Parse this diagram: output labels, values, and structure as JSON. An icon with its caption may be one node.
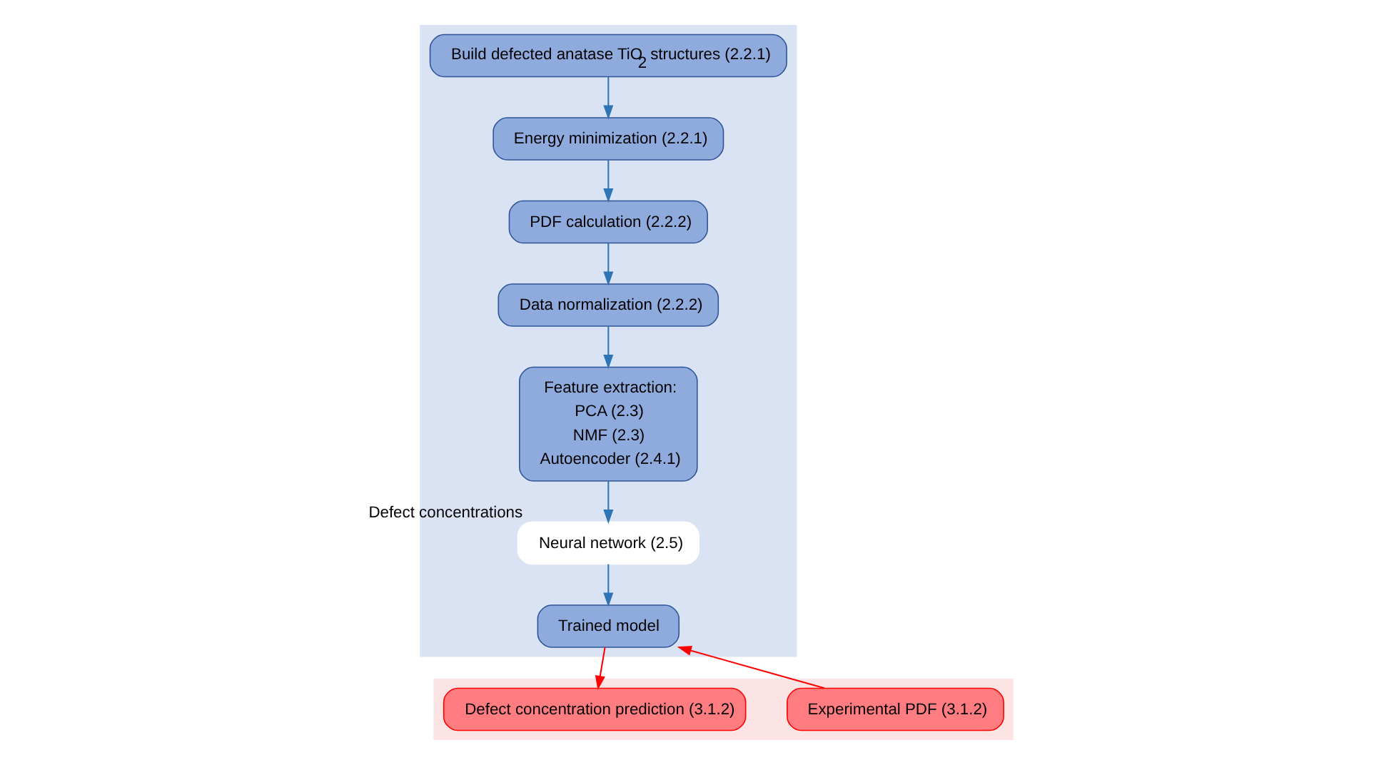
{
  "diagram": {
    "nodes": [
      {
        "text": [],
        "shape": "box"
      },
      {
        "text": [
          "Build defected anatase TiO$_{2}$ structures (2.2.1)"
        ],
        "in": 0
      },
      {
        "text": [
          "Energy minimization (2.2.1)"
        ],
        "in": 0
      },
      {
        "text": [
          "PDF calculation (2.2.2)"
        ],
        "in": 0
      },
      {
        "text": [
          "Data normalization (2.2.2)"
        ],
        "in": 0
      },
      {
        "text": [
          "Feature extraction:",
          "PCA (2.3)",
          "NMF (2.3)",
          "Autoencoder (2.4.1)"
        ],
        "in": 0
      },
      {
        "text": [
          "Neural network (2.5)"
        ],
        "beside": [
          "Defect concentrations"
        ],
        "in": 0
      },
      {
        "text": [
          "Trained model"
        ],
        "in": 0
      },
      {
        "text": [],
        "shape": "box"
      },
      {
        "text": [
          "Experimental PDF (3.1.2)"
        ],
        "in": 8
      },
      {
        "text": [
          "Defect concentration prediction (3.1.2)"
        ],
        "in": 8
      }
    ],
    "edges": [
      {
        "from": 1,
        "to": 2,
        "arrow": "to"
      },
      {
        "from": 2,
        "to": 3,
        "arrow": "to"
      },
      {
        "from": 3,
        "to": 4,
        "arrow": "to"
      },
      {
        "from": 4,
        "to": 5,
        "arrow": "to"
      },
      {
        "from": 5,
        "to": 6,
        "arrow": "to"
      },
      {
        "from": 6,
        "to": 7,
        "arrow": "to"
      },
      {
        "from": 9,
        "to": 7,
        "arrow": "to",
        "color": "#ff0000"
      },
      {
        "from": 7,
        "to": 10,
        "arrow": "to",
        "color": "#ff0000"
      }
    ]
  }
}
